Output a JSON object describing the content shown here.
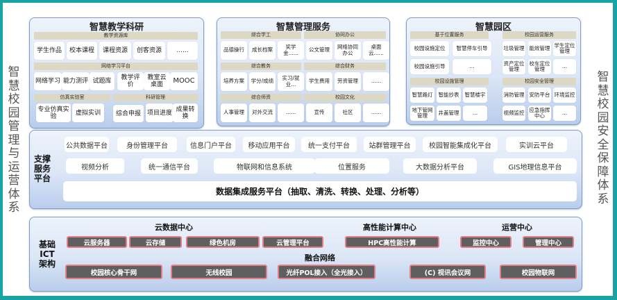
{
  "side_left": [
    "智",
    "慧",
    "校",
    "园",
    "管",
    "理",
    "与",
    "运",
    "营",
    "体",
    "系"
  ],
  "side_right": [
    "智",
    "慧",
    "校",
    "园",
    "安",
    "全",
    "保",
    "障",
    "体",
    "系"
  ],
  "teaching": {
    "title": "智慧教学科研",
    "band1": "教学资源库",
    "row1": [
      "学生作品",
      "校本课程",
      "课程资源",
      "创客资源",
      "......"
    ],
    "band2": "网络学习平台",
    "row2": [
      "网络学习",
      "能力测评",
      "试题库",
      "教学评价",
      "教室云桌面",
      "MOOC"
    ],
    "band3": "仿真实验室",
    "band4": "科研管理",
    "row3a": [
      "专业仿真实验",
      "虚拟实训"
    ],
    "row3b": [
      "综合申报",
      "项目进度",
      "成果转换"
    ]
  },
  "management": {
    "title": "智慧管理服务",
    "bands": [
      "综合学工",
      "协同办公",
      "综合教务",
      "综合财务",
      "综合师资",
      "校园文化"
    ],
    "row1": [
      "品德操行",
      "成长档案",
      "奖学金......",
      "公文管理",
      "网络协同办公",
      "桌面云......"
    ],
    "row2": [
      "培养方案",
      "学分/成绩",
      "实习/就业...",
      "学生费用",
      "劳资管理",
      "......"
    ],
    "row3": [
      "人事管理",
      "对外交流",
      "......",
      "宣传",
      "社区",
      "......"
    ]
  },
  "campus": {
    "title": "智慧园区",
    "bands": [
      "基于位置服务",
      "校园运营服务",
      "校园设施管理",
      "校园安全管理"
    ],
    "loc": [
      "校园设施定位",
      "智慧停车引导",
      "校园设施引导",
      "..."
    ],
    "ops": [
      "垃圾管理",
      "能效管理",
      "学生定位管理",
      "资产定位管理",
      "校车定位管理",
      "..."
    ],
    "fac": [
      "智慧路灯",
      "智能抄表",
      "智慧楼宇",
      "地下管网管理",
      "井盖管理",
      "..."
    ],
    "sec": [
      "消防管理",
      "安防平台",
      "环境监控",
      "视频监控",
      "应急指挥中心",
      "..."
    ]
  },
  "support": {
    "label": "支撑服务平台",
    "row1": [
      "公共数据平台",
      "身份管理平台",
      "信息门户平台",
      "移动应用平台",
      "统一支付平台",
      "站群管理平台",
      "校园智能集成化平台",
      "实训云平台"
    ],
    "row2": [
      "视频分析",
      "统一通信平台",
      "物联网和信息系统",
      "位置服务",
      "大数据分析平台",
      "GIS地理信息平台"
    ],
    "integration": "数据集成服务平台（抽取、清洗、转换、处理、分析等）"
  },
  "ict": {
    "label": "基础ICT架构",
    "cloud_title": "云数据中心",
    "cloud": [
      "云服务器",
      "云存储",
      "绿色机房",
      "云管理平台"
    ],
    "hpc_title": "高性能计算中心",
    "hpc": [
      "HPC高性能计算"
    ],
    "ops_title": "运营中心",
    "ops": [
      "监控中心",
      "管理中心"
    ],
    "net_title": "融合网络",
    "net": [
      "校园核心骨干网",
      "无线校园",
      "光纤POL接入（全光接入）",
      "(C) 视讯会议网",
      "校园物联网"
    ]
  }
}
